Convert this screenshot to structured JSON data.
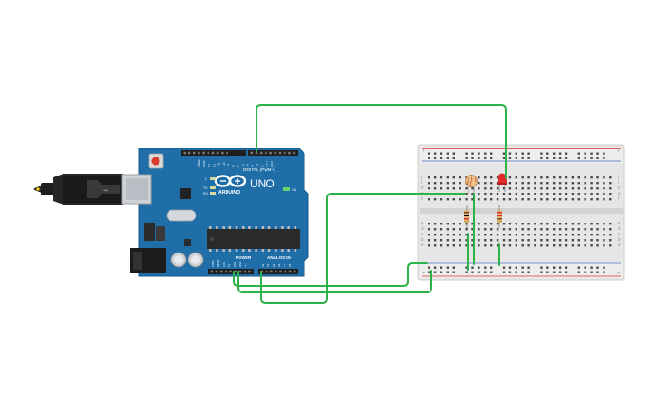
{
  "arduino": {
    "brand": "ARDUINO",
    "model": "UNO",
    "digital_label": "DIGITAL (PWM~)",
    "power_label": "POWER",
    "analog_label": "ANALOG IN",
    "on_label": "ON",
    "tx_label": "TX",
    "rx_label": "RX",
    "l_label": "L",
    "aref_label": "AREF",
    "gnd_label": "GND",
    "digital_pins": [
      "13",
      "12",
      "~11",
      "~10",
      "~9",
      "8",
      "7",
      "~6",
      "~5",
      "4",
      "~3",
      "2",
      "TX 1",
      "RX 0"
    ],
    "power_pins": [
      "IOREF",
      "RESET",
      "3.3V",
      "5V",
      "GND",
      "GND",
      "Vin"
    ],
    "analog_pins": [
      "A0",
      "A1",
      "A2",
      "A3",
      "A4",
      "A5"
    ]
  },
  "breadboard": {
    "plus": "+",
    "minus": "-",
    "rows_top": [
      "j",
      "i",
      "h",
      "g",
      "f"
    ],
    "rows_bottom": [
      "e",
      "d",
      "c",
      "b",
      "a"
    ]
  },
  "colors": {
    "wire": "#2db34a",
    "board": "#1f6ea8",
    "breadboard": "#e4e4e4",
    "led": "#e02828",
    "rail_red": "#d23b3b",
    "rail_blue": "#4a6fc4"
  }
}
